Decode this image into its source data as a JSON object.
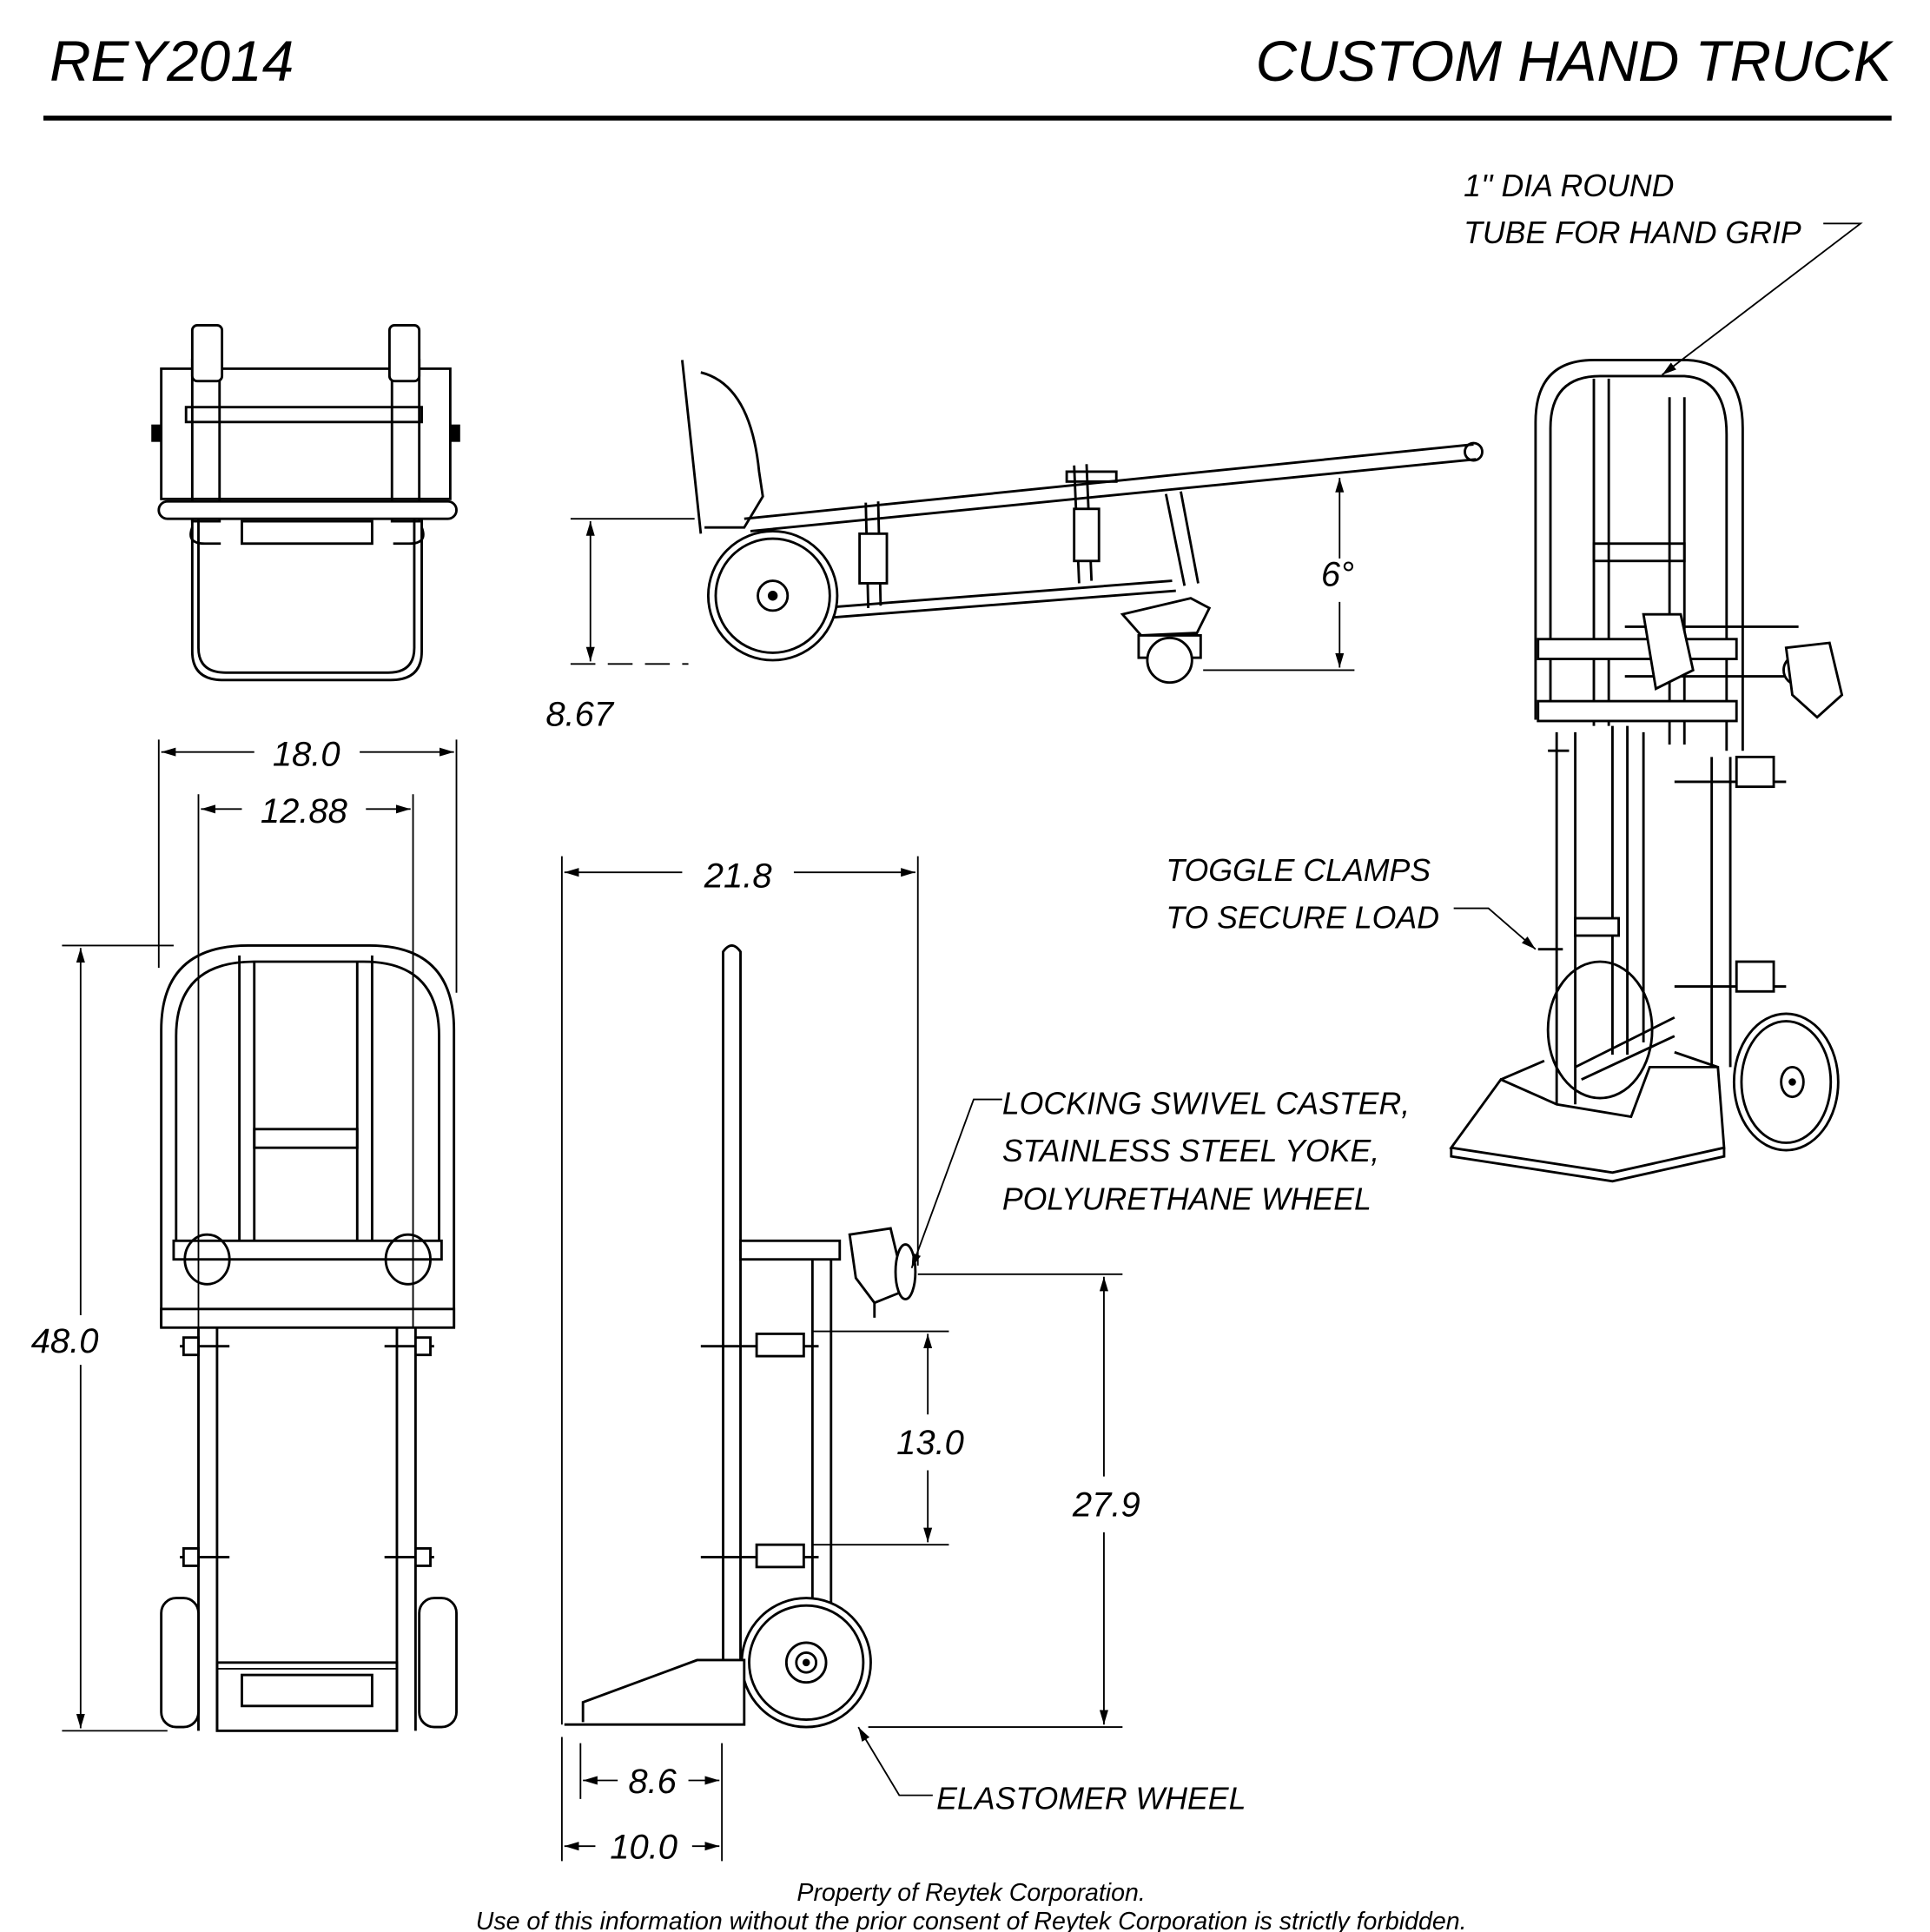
{
  "header": {
    "drawing_number": "REY2014",
    "title": "CUSTOM HAND TRUCK"
  },
  "annotations": {
    "hand_grip": [
      "1'' DIA ROUND",
      "TUBE FOR HAND GRIP"
    ],
    "toggle_clamps": [
      "TOGGLE CLAMPS",
      "TO SECURE LOAD"
    ],
    "caster": [
      "LOCKING SWIVEL CASTER,",
      "STAINLESS STEEL YOKE,",
      "POLYURETHANE WHEEL"
    ],
    "wheel": "ELASTOMER WHEEL"
  },
  "dimensions": {
    "reclined_height": "8.67",
    "reclined_angle": "6°",
    "overall_width": "18.0",
    "inner_width": "12.88",
    "overall_height": "48.0",
    "overall_depth": "21.8",
    "clamp_spacing": "13.0",
    "caster_height": "27.9",
    "toe_plate_depth": "8.6",
    "base_depth": "10.0"
  },
  "footer": {
    "line1": "Property of Reytek Corporation.",
    "line2": "Use of this information without the prior consent of Reytek Corporation is strictly forbidden."
  }
}
